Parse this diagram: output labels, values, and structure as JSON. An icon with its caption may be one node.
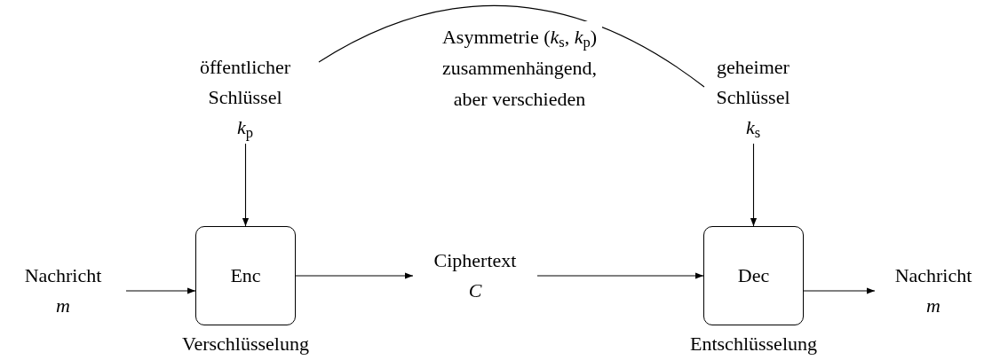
{
  "diagram": {
    "nodes": [
      {
        "text": [
          "Nachricht",
          "m"
        ]
      },
      {
        "text": [
          "öffentlicher Schlüssel",
          "*k*$_{p}$"
        ]
      },
      {
        "text": [
          "Enc"
        ],
        "beside": [
          "Verschlüsselung"
        ]
      },
      {
        "text": [
          "Ciphertext",
          "C"
        ]
      },
      {
        "text": [
          "geheimer Schlüssel",
          "*k*$_{s}$"
        ]
      },
      {
        "text": [
          "Dec"
        ],
        "beside": [
          "Entschlüsselung"
        ]
      },
      {
        "text": [
          "Nachricht",
          "m"
        ]
      }
    ],
    "edges": [
      {
        "from": 0,
        "to": 2,
        "arrow": "to"
      },
      {
        "from": 1,
        "to": 2,
        "arrow": "to"
      },
      {
        "from": 2,
        "to": 3,
        "arrow": "to"
      },
      {
        "from": 3,
        "to": 5,
        "arrow": "to"
      },
      {
        "from": 4,
        "to": 5,
        "arrow": "to"
      },
      {
        "from": 5,
        "to": 6,
        "arrow": "to"
      },
      {
        "from": 1,
        "to": 4,
        "arrow": "none",
        "label": "Asymmetrie (*k*$_{s}$, *k*$_{p}$) zusammenhängend, aber verschieden"
      }
    ]
  }
}
